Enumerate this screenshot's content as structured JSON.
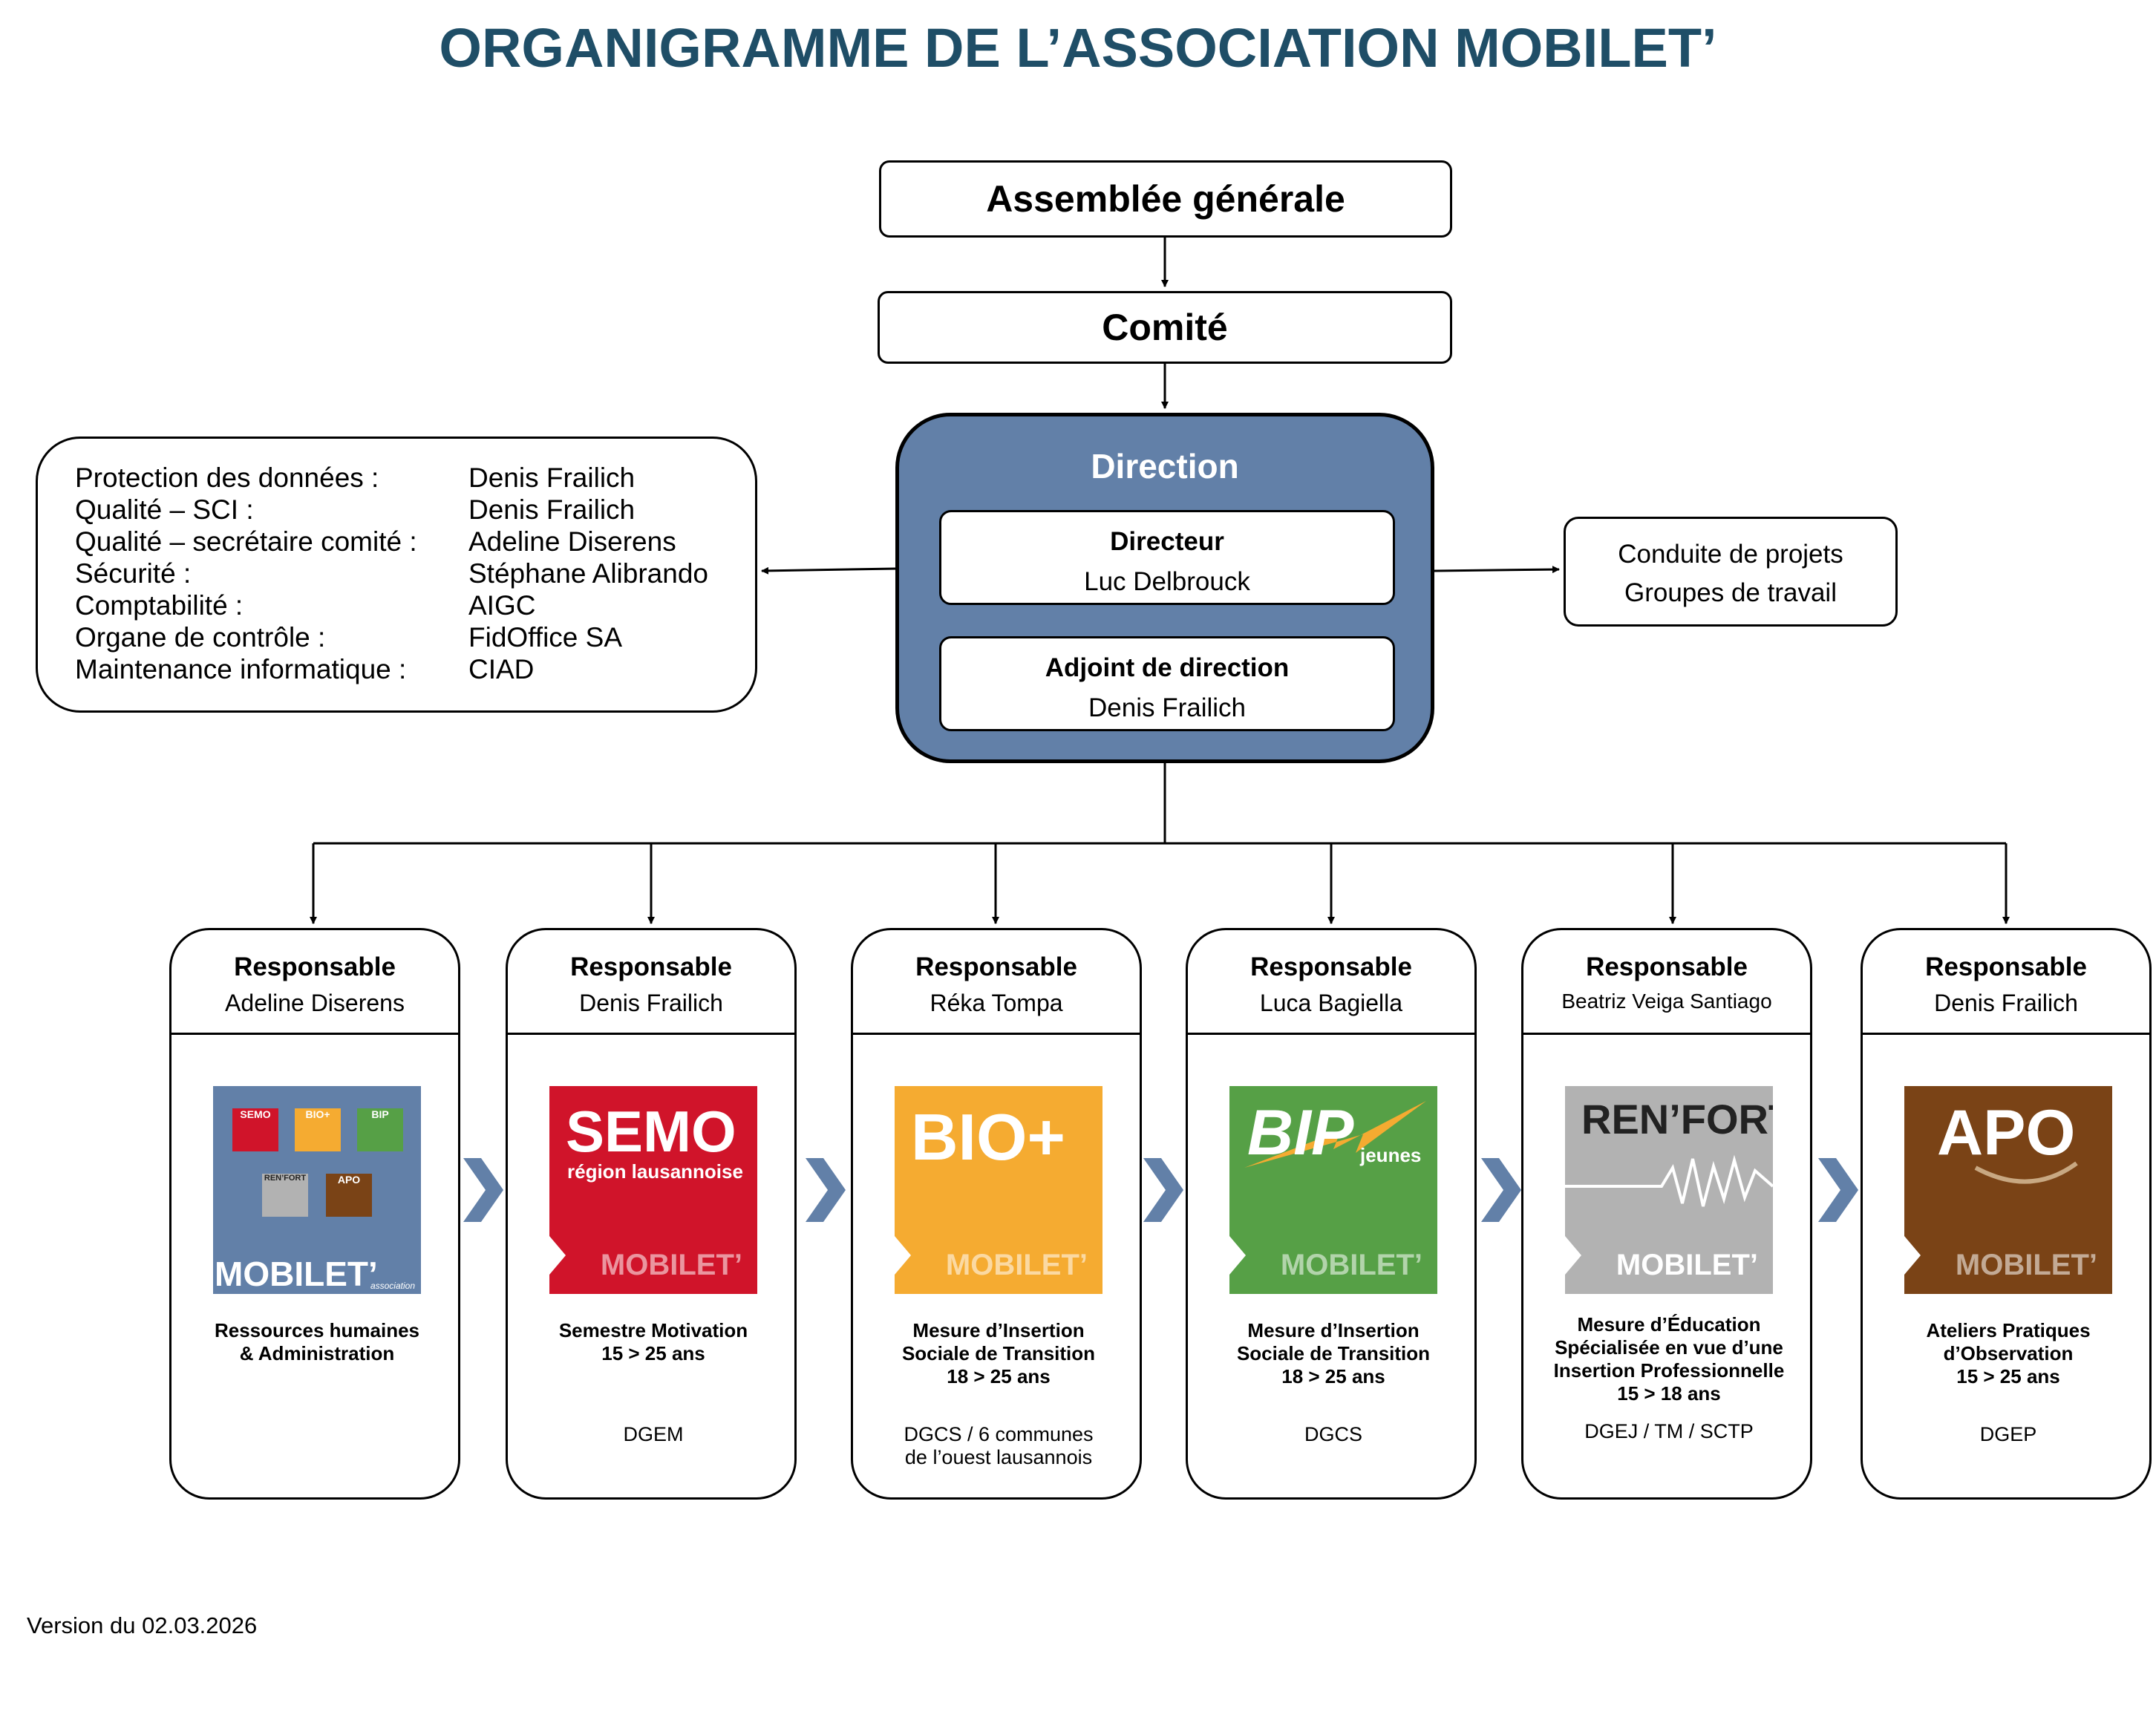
{
  "title": "ORGANIGRAMME DE L’ASSOCIATION MOBILET’",
  "assemblee": "Assemblée générale",
  "comite": "Comité",
  "direction": {
    "title": "Direction",
    "directeur_role": "Directeur",
    "directeur_name": "Luc Delbrouck",
    "adjoint_role": "Adjoint de direction",
    "adjoint_name": "Denis Frailich"
  },
  "functions": [
    {
      "label": "Protection des données :",
      "value": "Denis Frailich"
    },
    {
      "label": "Qualité – SCI :",
      "value": "Denis Frailich"
    },
    {
      "label": "Qualité – secrétaire comité :",
      "value": "Adeline Diserens"
    },
    {
      "label": "Sécurité :",
      "value": "Stéphane Alibrando"
    },
    {
      "label": "Comptabilité :",
      "value": "AIGC"
    },
    {
      "label": "Organe de contrôle :",
      "value": "FidOffice SA"
    },
    {
      "label": "Maintenance informatique :",
      "value": "CIAD"
    }
  ],
  "projects": [
    "Conduite de projets",
    "Groupes de travail"
  ],
  "units": [
    {
      "role": "Responsable",
      "person": "Adeline Diserens",
      "logo": "mobilet-association-logo",
      "desc": [
        "Ressources humaines",
        "& Administration"
      ],
      "funder": []
    },
    {
      "role": "Responsable",
      "person": "Denis Frailich",
      "logo": "semo-logo",
      "logo_text": "SEMO",
      "logo_sub": "région lausannoise",
      "desc": [
        "Semestre Motivation",
        "15 > 25 ans"
      ],
      "funder": [
        "DGEM"
      ]
    },
    {
      "role": "Responsable",
      "person": "Réka Tompa",
      "logo": "bio-plus-logo",
      "logo_text": "BIO+",
      "desc": [
        "Mesure d’Insertion",
        "Sociale de Transition",
        "18 > 25 ans"
      ],
      "funder": [
        "DGCS / 6 communes",
        "de l’ouest lausannois"
      ]
    },
    {
      "role": "Responsable",
      "person": "Luca Bagiella",
      "logo": "bip-jeunes-logo",
      "logo_text": "BIP",
      "logo_sub": "jeunes",
      "desc": [
        "Mesure d’Insertion",
        "Sociale de Transition",
        "18 > 25 ans"
      ],
      "funder": [
        "DGCS"
      ]
    },
    {
      "role": "Responsable",
      "person": "Beatriz Veiga Santiago",
      "logo": "renfort-logo",
      "logo_text": "REN’FORT",
      "desc": [
        "Mesure d’Éducation",
        "Spécialisée en vue d’une",
        "Insertion Professionnelle",
        "15 > 18 ans"
      ],
      "funder": [
        "DGEJ / TM / SCTP"
      ]
    },
    {
      "role": "Responsable",
      "person": "Denis Frailich",
      "logo": "apo-logo",
      "logo_text": "APO",
      "desc": [
        "Ateliers Pratiques",
        "d’Observation",
        "15 > 25 ans"
      ],
      "funder": [
        "DGEP"
      ]
    }
  ],
  "logo_watermark": "MOBILET’",
  "mobilet_logo": {
    "text": "MOBILET’",
    "sub": "association",
    "mini": [
      "SEMO",
      "BIO+",
      "BIP",
      "REN’FORT",
      "APO"
    ]
  },
  "colors": {
    "title": "#1f4e67",
    "direction": "#6280a8",
    "chevron": "#6280a8",
    "semo": "#d0142a",
    "bio": "#f5ab31",
    "bip": "#56a046",
    "renfort": "#b2b2b2",
    "apo": "#7a4316",
    "mobilet": "#6280a8"
  },
  "version": "Version du 02.03.2026"
}
